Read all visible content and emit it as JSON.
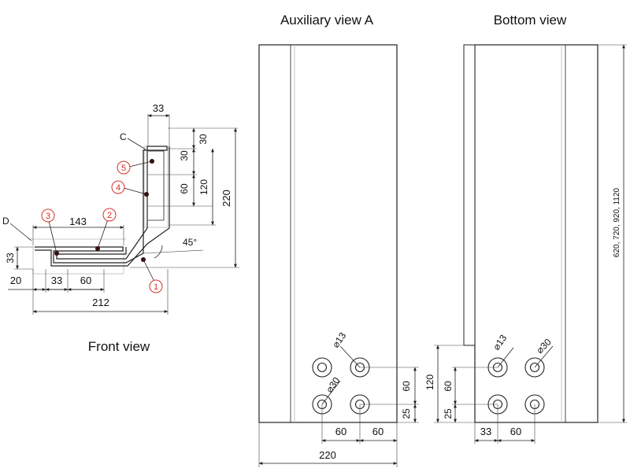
{
  "views": {
    "auxiliary_title": "Auxiliary view A",
    "bottom_title": "Bottom view",
    "front_title": "Front view"
  },
  "front": {
    "dims": {
      "top_flange": "33",
      "d30": "30",
      "d30b": "30",
      "d60": "60",
      "d120": "120",
      "d220": "220",
      "d143": "143",
      "d33v": "33",
      "d20": "20",
      "d33h": "33",
      "d60h": "60",
      "d212": "212",
      "angle": "45°"
    },
    "labels": {
      "c": "C",
      "d": "D"
    },
    "markers": [
      "1",
      "2",
      "3",
      "4",
      "5"
    ]
  },
  "auxiliary": {
    "dims": {
      "d60v": "60",
      "d25v": "25",
      "d60a": "60",
      "d60b": "60",
      "d220": "220",
      "hole_small": "⌀13",
      "hole_large": "⌀30"
    }
  },
  "bottom": {
    "dims": {
      "d120v": "120",
      "d60v": "60",
      "d25v": "25",
      "d33": "33",
      "d60": "60",
      "hole_small": "⌀13",
      "hole_large": "⌀30",
      "length": "620, 720, 920, 1120"
    }
  }
}
